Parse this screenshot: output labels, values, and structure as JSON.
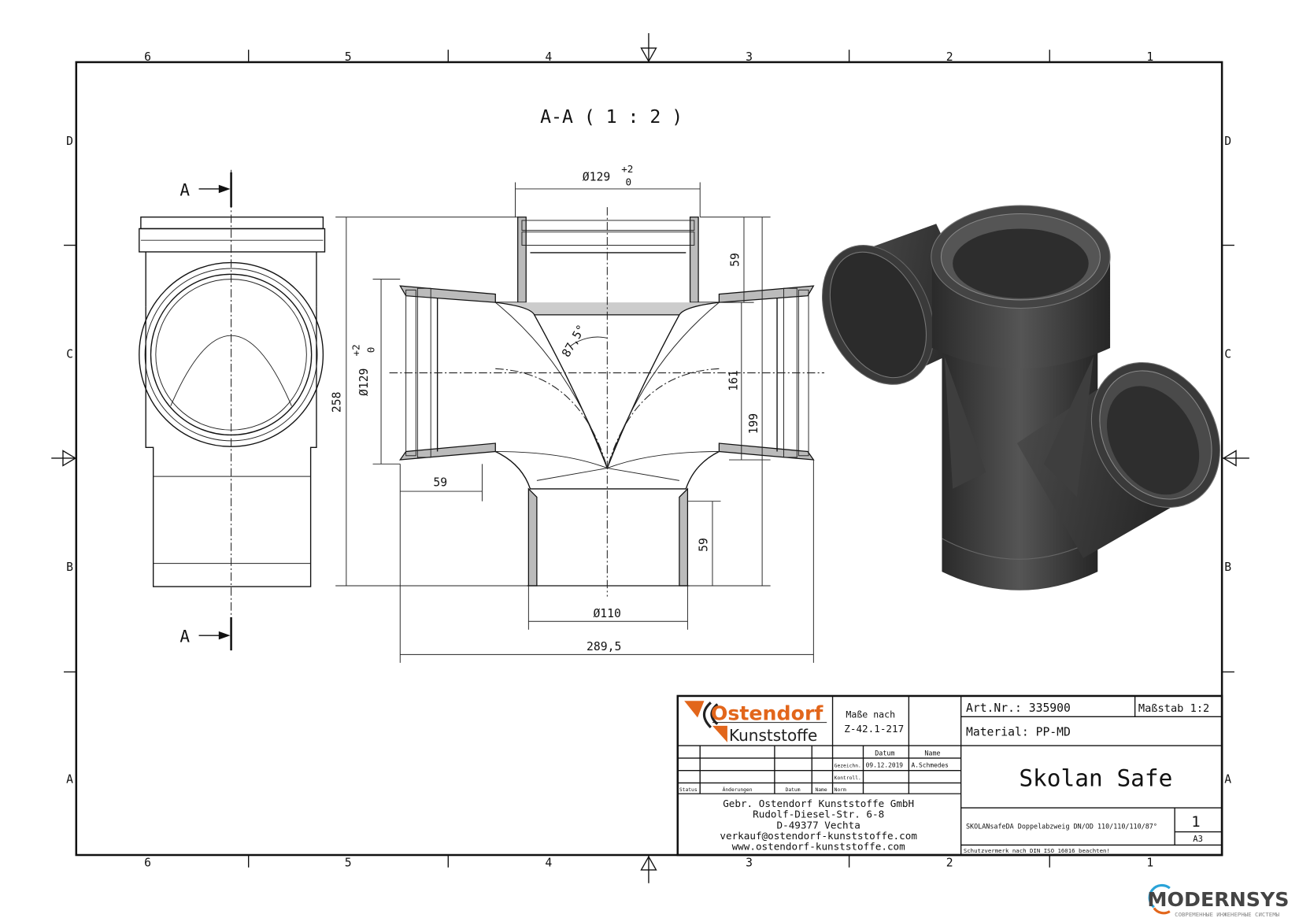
{
  "frame": {
    "columns": [
      "6",
      "5",
      "4",
      "3",
      "2",
      "1"
    ],
    "rows": [
      "D",
      "C",
      "B",
      "A"
    ]
  },
  "drawing": {
    "section_title": "A-A ( 1 : 2 )",
    "section_marker": "A",
    "dimensions": {
      "top_diameter": "Ø129",
      "top_tol_upper": "+2",
      "top_tol_lower": "0",
      "side_diameter": "Ø129",
      "side_tol_upper": "+2",
      "side_tol_lower": "0",
      "overall_height": "258",
      "angle": "87,5°",
      "top_socket_depth": "59",
      "left_socket_depth": "59",
      "branch_height": "161",
      "branch_to_bottom": "199",
      "bottom_spigot": "59",
      "bottom_diameter": "Ø110",
      "overall_width": "289,5"
    }
  },
  "title_block": {
    "logo_top": "Ostendorf",
    "logo_bottom": "Kunststoffe",
    "standard_label": "Maße nach",
    "standard_value": "Z-42.1-217",
    "col_datum": "Datum",
    "col_name": "Name",
    "row_drawn": "Gezeichn.",
    "drawn_date": "09.12.2019",
    "drawn_name": "A.Schmedes",
    "row_checked": "Kontroll.",
    "row_norm": "Norm",
    "col_status": "Status",
    "col_changes": "Änderungen",
    "col_date2": "Datum",
    "col_name2": "Name",
    "address": [
      "Gebr. Ostendorf Kunststoffe GmbH",
      "Rudolf-Diesel-Str. 6-8",
      "D-49377 Vechta",
      "verkauf@ostendorf-kunststoffe.com",
      "www.ostendorf-kunststoffe.com"
    ],
    "art_nr": "Art.Nr.: 335900",
    "scale": "Maßstab 1:2",
    "material": "Material: PP-MD",
    "product": "Skolan Safe",
    "description": "SKOLANsafeDA Doppelabzweig DN/OD 110/110/110/87°",
    "sheet": "1",
    "format": "A3",
    "notice": "Schutzvermerk nach DIN ISO 16016 beachten!"
  },
  "watermark": {
    "brand": "MODERNSYS",
    "tagline": "СОВРЕМЕННЫЕ ИНЖЕНЕРНЫЕ СИСТЕМЫ"
  },
  "colors": {
    "logo_orange": "#e2661b",
    "render_dark": "#3a3a3a",
    "watermark_blue": "#2aa3d8"
  }
}
